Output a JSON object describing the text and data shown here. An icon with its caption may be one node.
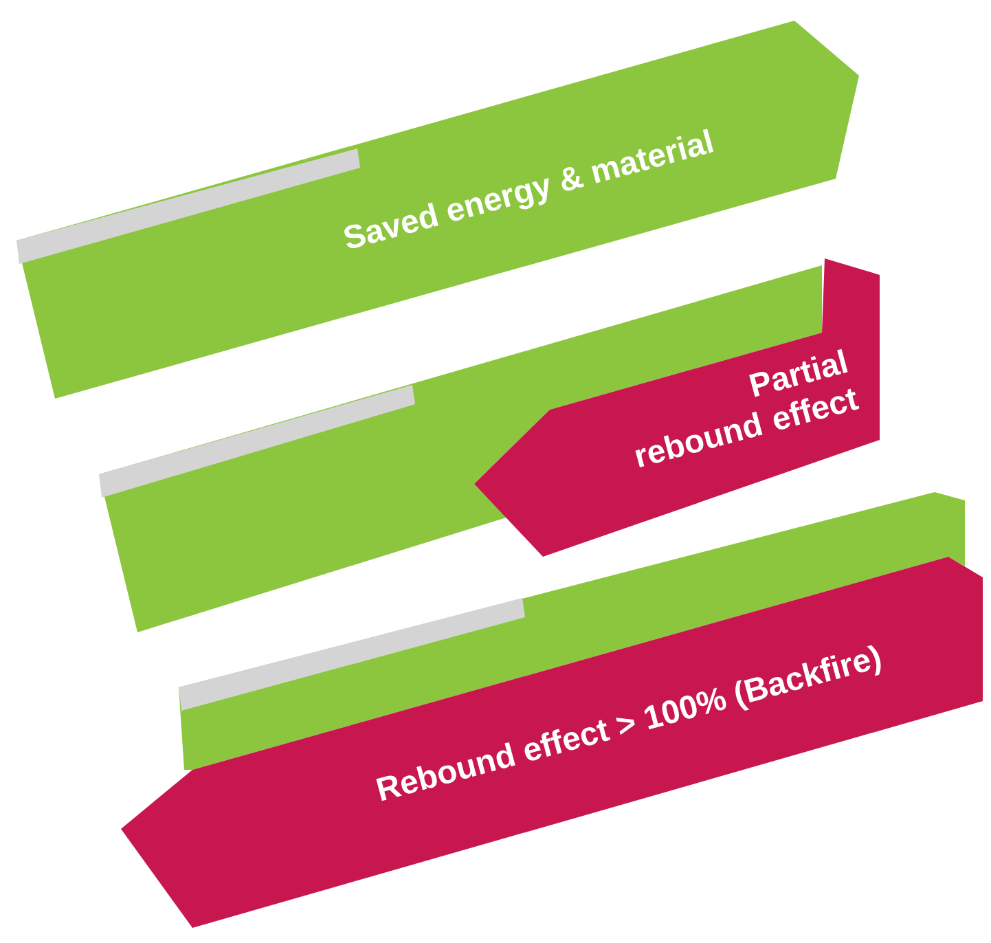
{
  "diagram": {
    "nodes": [
      {
        "text": [
          "Saved energy & material"
        ]
      },
      {
        "text": [],
        "shape": "band"
      },
      {
        "text": [
          "Partial rebound effect"
        ]
      },
      {
        "text": [],
        "shape": "band"
      },
      {
        "text": [
          "Rebound effect > 100% (Backfire)"
        ]
      }
    ]
  }
}
